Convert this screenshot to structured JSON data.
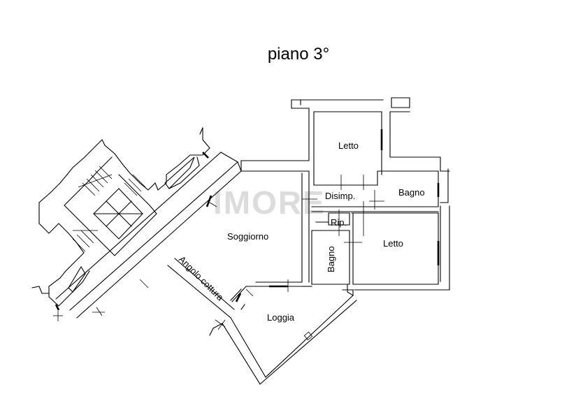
{
  "plan": {
    "title": "piano 3°",
    "watermark": "IMORE",
    "rooms": {
      "letto_1": "Letto",
      "disimp": "Disimp.",
      "bagno_1": "Bagno",
      "rip": "Rip.",
      "letto_2": "Letto",
      "soggiorno": "Soggiorno",
      "bagno_2": "Bagno",
      "angolo_cottura": "Angolo cottura",
      "loggia": "Loggia"
    }
  }
}
